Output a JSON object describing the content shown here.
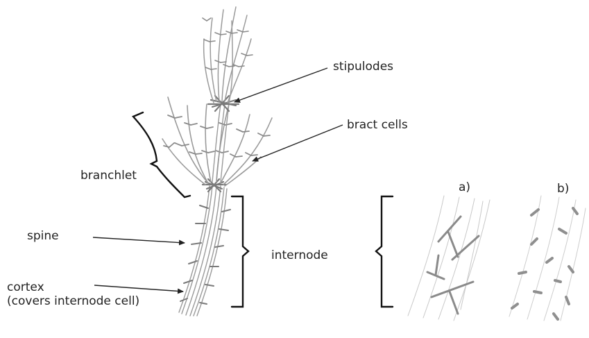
{
  "labels": {
    "stipulodes": "stipulodes",
    "bract_cells": "bract cells",
    "branchlet": "branchlet",
    "spine": "spine",
    "internode": "internode",
    "cortex": "cortex",
    "cortex_note": "(covers internode cell)",
    "panel_a": "a)",
    "panel_b": "b)"
  },
  "colors": {
    "ink": "#222222",
    "sketch": "#8a8a8a",
    "sketch_dark": "#6e6e6e",
    "sketch_light": "#b5b5b5"
  }
}
